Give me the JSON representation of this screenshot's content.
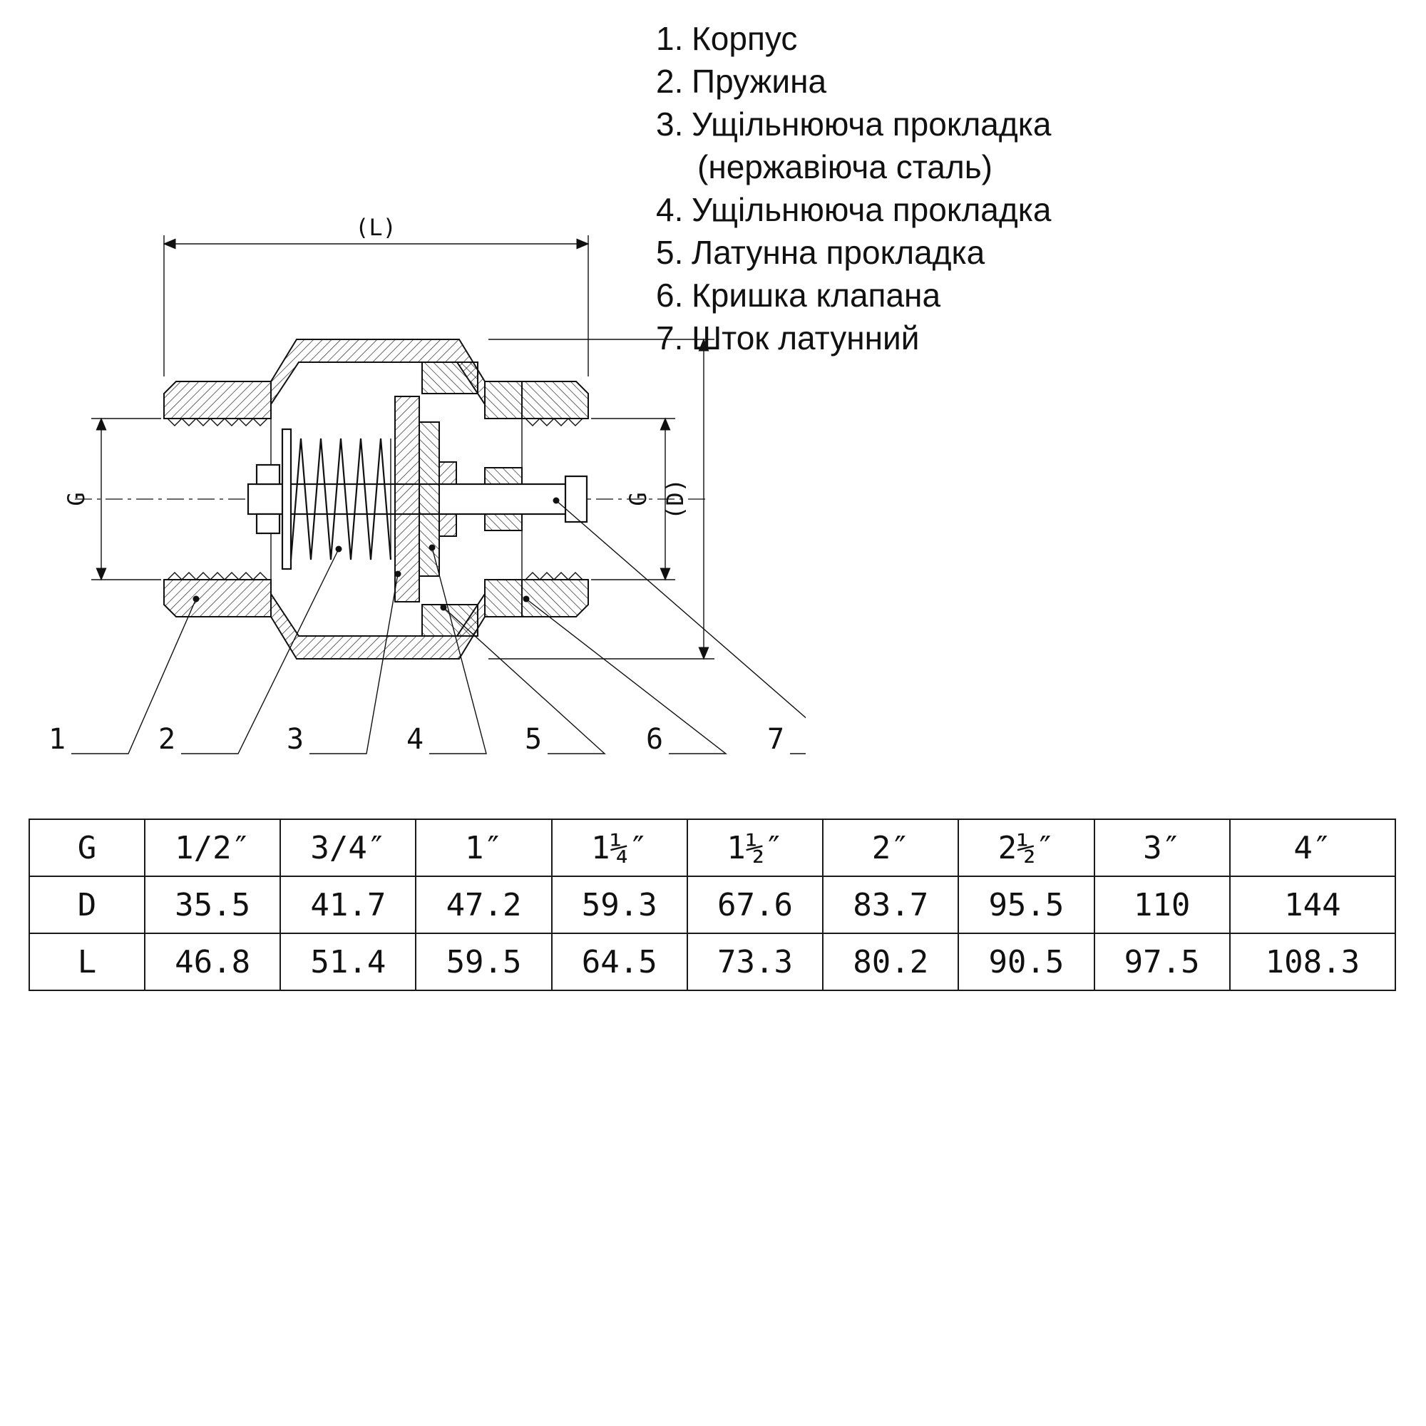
{
  "parts": [
    {
      "num": "1.",
      "label": "Корпус"
    },
    {
      "num": "2.",
      "label": "Пружина"
    },
    {
      "num": "3.",
      "label": "Ущільнююча прокладка",
      "label2": "(нержавіюча сталь)"
    },
    {
      "num": "4.",
      "label": "Ущільнююча прокладка"
    },
    {
      "num": "5.",
      "label": "Латунна прокладка"
    },
    {
      "num": "6.",
      "label": "Кришка клапана"
    },
    {
      "num": "7.",
      "label": "Шток латунний"
    }
  ],
  "drawing": {
    "dim_L": "(L)",
    "dim_D": "(D)",
    "dim_G_left": "G",
    "dim_G_right": "G",
    "callouts": [
      "1",
      "2",
      "3",
      "4",
      "5",
      "6",
      "7"
    ]
  },
  "table": {
    "rows": [
      {
        "header": "G",
        "values": [
          "1/2″",
          "3/4″",
          "1″",
          "1¼″",
          "1½″",
          "2″",
          "2½″",
          "3″",
          "4″"
        ]
      },
      {
        "header": "D",
        "values": [
          "35.5",
          "41.7",
          "47.2",
          "59.3",
          "67.6",
          "83.7",
          "95.5",
          "110",
          "144"
        ]
      },
      {
        "header": "L",
        "values": [
          "46.8",
          "51.4",
          "59.5",
          "64.5",
          "73.3",
          "80.2",
          "90.5",
          "97.5",
          "108.3"
        ]
      }
    ]
  }
}
